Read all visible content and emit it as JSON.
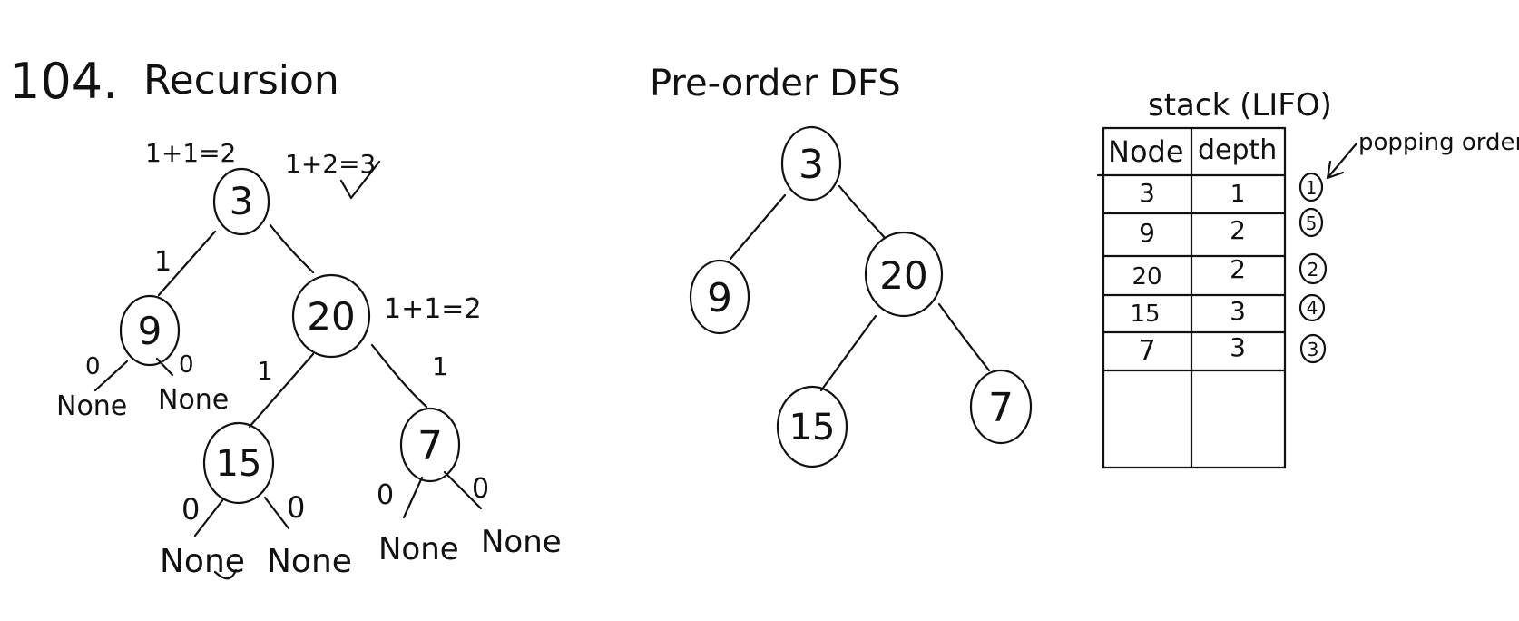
{
  "left_title": {
    "number": "104.",
    "method": "Recursion"
  },
  "recursion_tree": {
    "nodes": {
      "root": "3",
      "left": "9",
      "right": "20",
      "right_left": "15",
      "right_right": "7"
    },
    "notes": {
      "root_left": "1+1=2",
      "root_right": "1+2=3",
      "node20": "1+1=2"
    },
    "edge_labels": {
      "root_to_9": "1",
      "n20_to_15": "1",
      "n20_to_7": "1",
      "n9_left": "0",
      "n9_right": "0",
      "n15_left": "0",
      "n15_right": "0",
      "n7_left": "0",
      "n7_right": "0"
    },
    "leaves": {
      "n9_left": "None",
      "n9_right": "None",
      "n15_left": "None",
      "n15_right": "None",
      "n7_left": "None",
      "n7_right": "None"
    }
  },
  "dfs": {
    "title": "Pre-order DFS",
    "nodes": {
      "root": "3",
      "left": "9",
      "right": "20",
      "right_left": "15",
      "right_right": "7"
    }
  },
  "stack": {
    "title": "stack (LIFO)",
    "columns": [
      "Node",
      "depth"
    ],
    "rows": [
      {
        "node": "3",
        "depth": "1",
        "order": "1"
      },
      {
        "node": "9",
        "depth": "2",
        "order": "5"
      },
      {
        "node": "20",
        "depth": "2",
        "order": "2"
      },
      {
        "node": "15",
        "depth": "3",
        "order": "4"
      },
      {
        "node": "7",
        "depth": "3",
        "order": "3"
      }
    ],
    "annotation": "popping order"
  }
}
